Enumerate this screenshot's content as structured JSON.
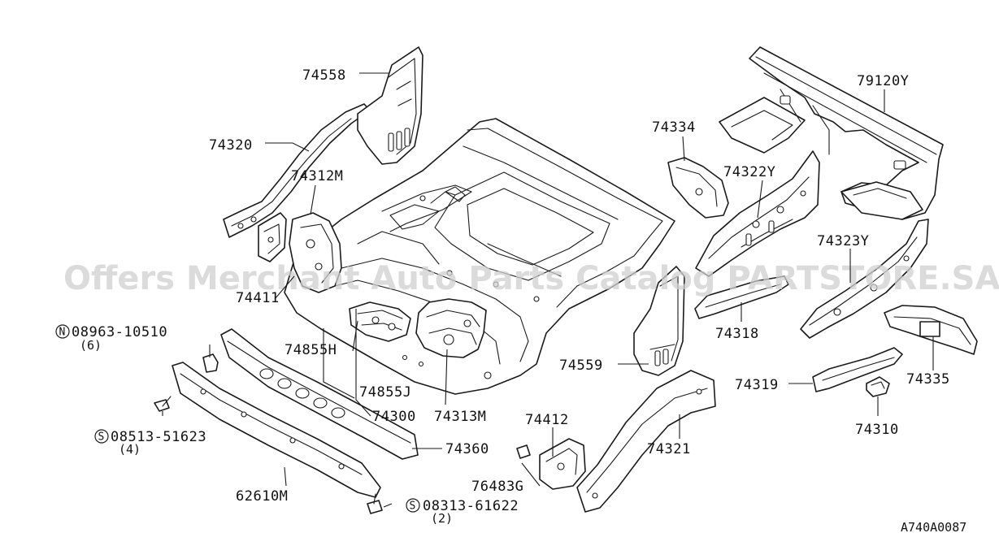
{
  "diagram": {
    "ref_code": "A740A0087",
    "watermark": "Offers Merchant Auto Parts Catalog PARTSTORE.SA",
    "labels": {
      "p74558": "74558",
      "p74320": "74320",
      "p74312m": "74312M",
      "p74411": "74411",
      "p74855h": "74855H",
      "p74855j": "74855J",
      "p74300": "74300",
      "p74313m": "74313M",
      "p74360": "74360",
      "p62610m": "62610M",
      "p74559": "74559",
      "p74412": "74412",
      "p76483g": "76483G",
      "p74321": "74321",
      "p74334": "74334",
      "p74322y": "74322Y",
      "p79120y": "79120Y",
      "p74323y": "74323Y",
      "p74318": "74318",
      "p74335": "74335",
      "p74319": "74319",
      "p74310": "74310"
    },
    "fasteners": {
      "nut": {
        "prefix": "N",
        "number": "08963-10510",
        "qty": "(6)"
      },
      "screw_a": {
        "prefix": "S",
        "number": "08513-51623",
        "qty": "(4)"
      },
      "screw_b": {
        "prefix": "S",
        "number": "08313-61622",
        "qty": "(2)"
      }
    }
  }
}
